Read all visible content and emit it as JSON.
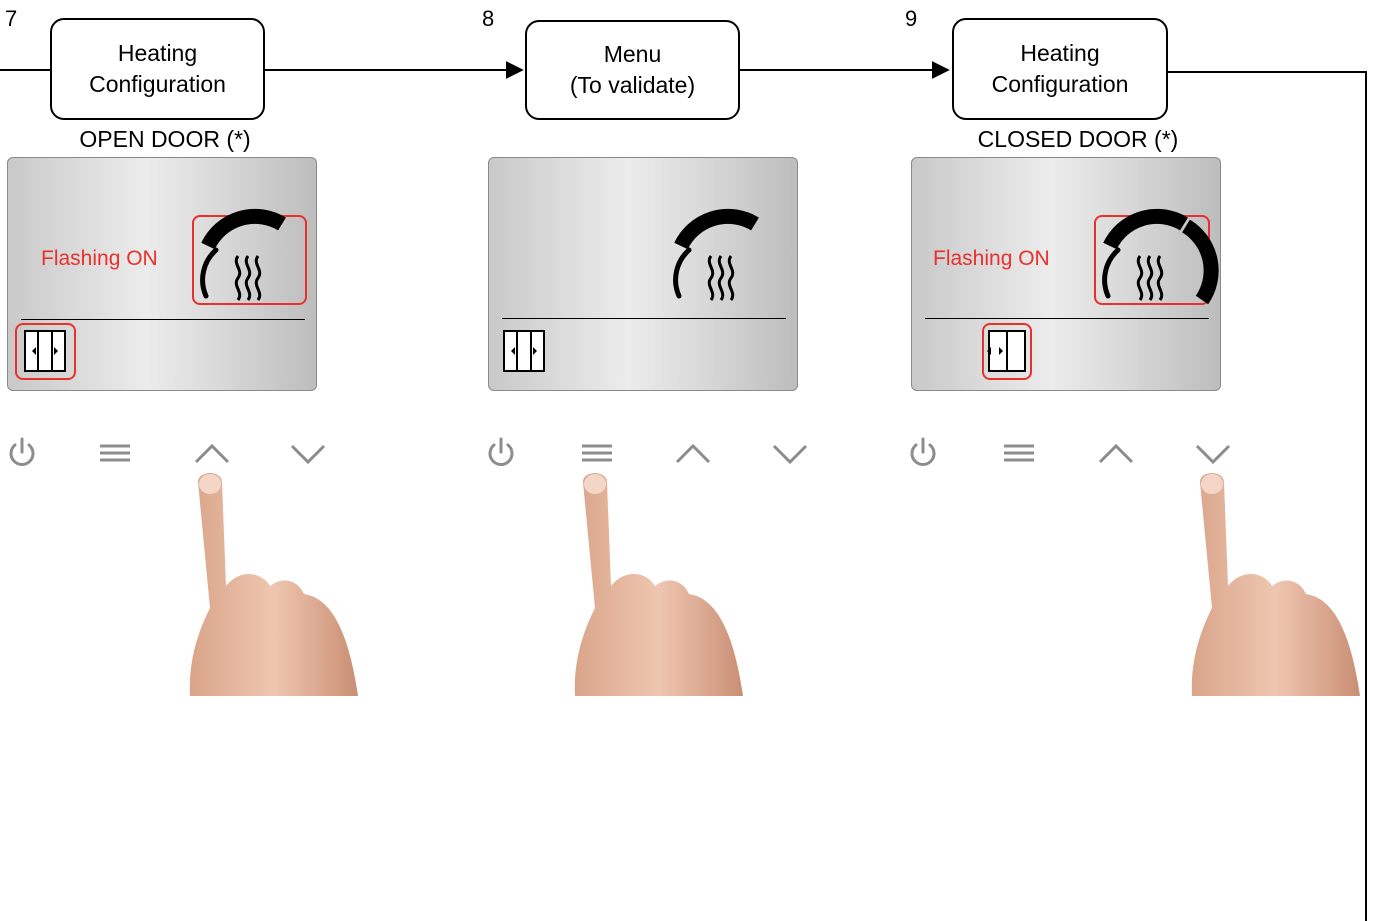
{
  "steps": [
    {
      "number": "7",
      "box_lines": [
        "Heating",
        "Configuration"
      ],
      "caption": "OPEN DOOR (*)",
      "status_text": "Flashing ON",
      "gauge_level": "low",
      "door_icon": "door-open-icon",
      "pressed_button": "up-arrow-button"
    },
    {
      "number": "8",
      "box_lines": [
        "Menu",
        "(To validate)"
      ],
      "caption": "",
      "status_text": "",
      "gauge_level": "low",
      "door_icon": "door-open-icon",
      "pressed_button": "menu-button"
    },
    {
      "number": "9",
      "box_lines": [
        "Heating",
        "Configuration"
      ],
      "caption": "CLOSED DOOR (*)",
      "status_text": "Flashing ON",
      "gauge_level": "full",
      "door_icon": "door-closed-icon",
      "pressed_button": "down-arrow-button"
    }
  ],
  "buttons": [
    "power-icon",
    "menu-icon",
    "chevron-up-icon",
    "chevron-down-icon"
  ],
  "colors": {
    "highlight": "#e8302c",
    "line": "#000000",
    "button_icon": "#8c8c8c",
    "panel_mid": "#ececec"
  }
}
